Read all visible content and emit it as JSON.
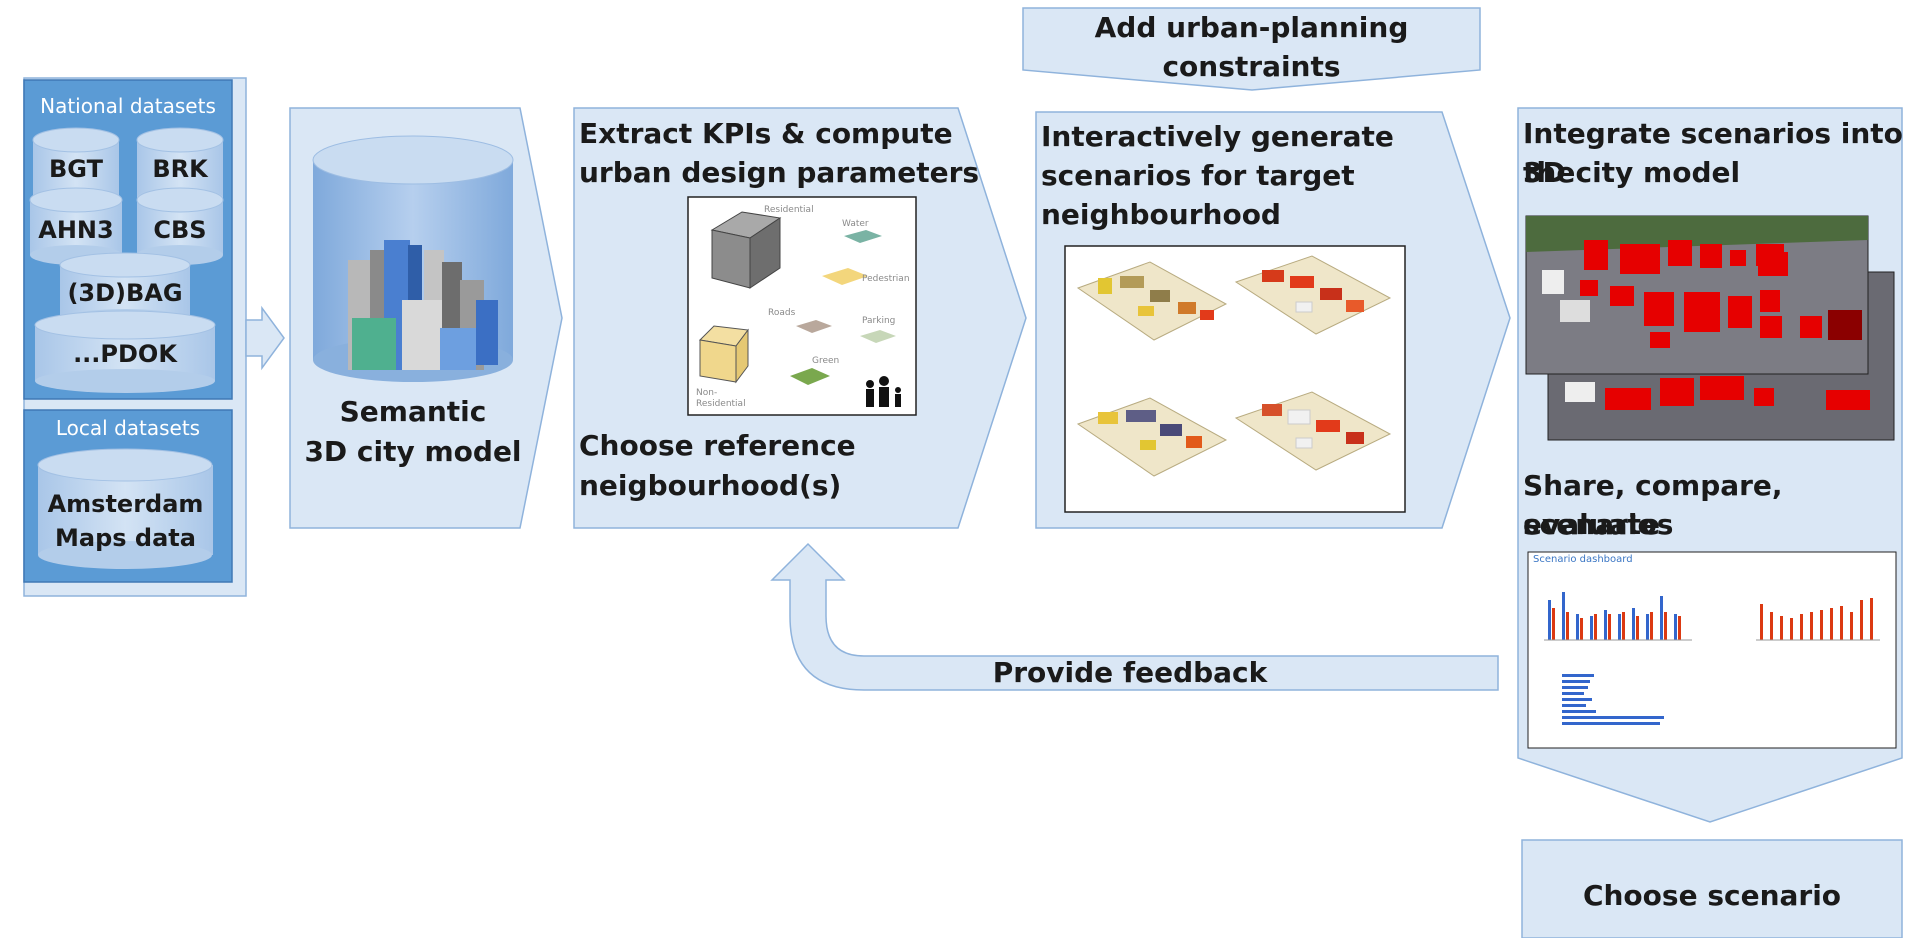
{
  "datasets": {
    "national_title": "National datasets",
    "national_items": [
      "BGT",
      "BRK",
      "AHN3",
      "CBS",
      "(3D)BAG",
      "...PDOK"
    ],
    "local_title": "Local datasets",
    "local_item_line1": "Amsterdam",
    "local_item_line2": "Maps data"
  },
  "city_model": {
    "label_line1": "Semantic",
    "label_line2": "3D city model"
  },
  "kpi_step": {
    "title_line1": "Extract KPIs & compute",
    "title_line2": "urban design parameters",
    "bottom_line1": "Choose reference",
    "bottom_line2": "neigbourhood(s)",
    "figure_labels": [
      "Residential",
      "Water",
      "Pedestrian",
      "Roads",
      "Parking",
      "Green",
      "Non-",
      "Residential"
    ]
  },
  "constraints": {
    "label": "Add urban-planning constraints"
  },
  "generate_step": {
    "title_line1": "Interactively generate",
    "title_line2": "scenarios for target",
    "title_line3": "neighbourhood"
  },
  "integrate_step": {
    "title_line1": "Integrate scenarios into the",
    "title_line2": "3D city model",
    "share_line1": "Share, compare, evaluate",
    "share_line2": "scenarios",
    "dashboard_title": "Scenario dashboard"
  },
  "feedback": {
    "label": "Provide feedback"
  },
  "choose": {
    "label": "Choose scenario"
  },
  "colors": {
    "panel_fill": "#dae7f5",
    "panel_stroke": "#8fb3dc",
    "dataset_blue": "#5b9bd5",
    "cylinder_fill": "#c5d9ef",
    "building_red": "#e60000"
  }
}
